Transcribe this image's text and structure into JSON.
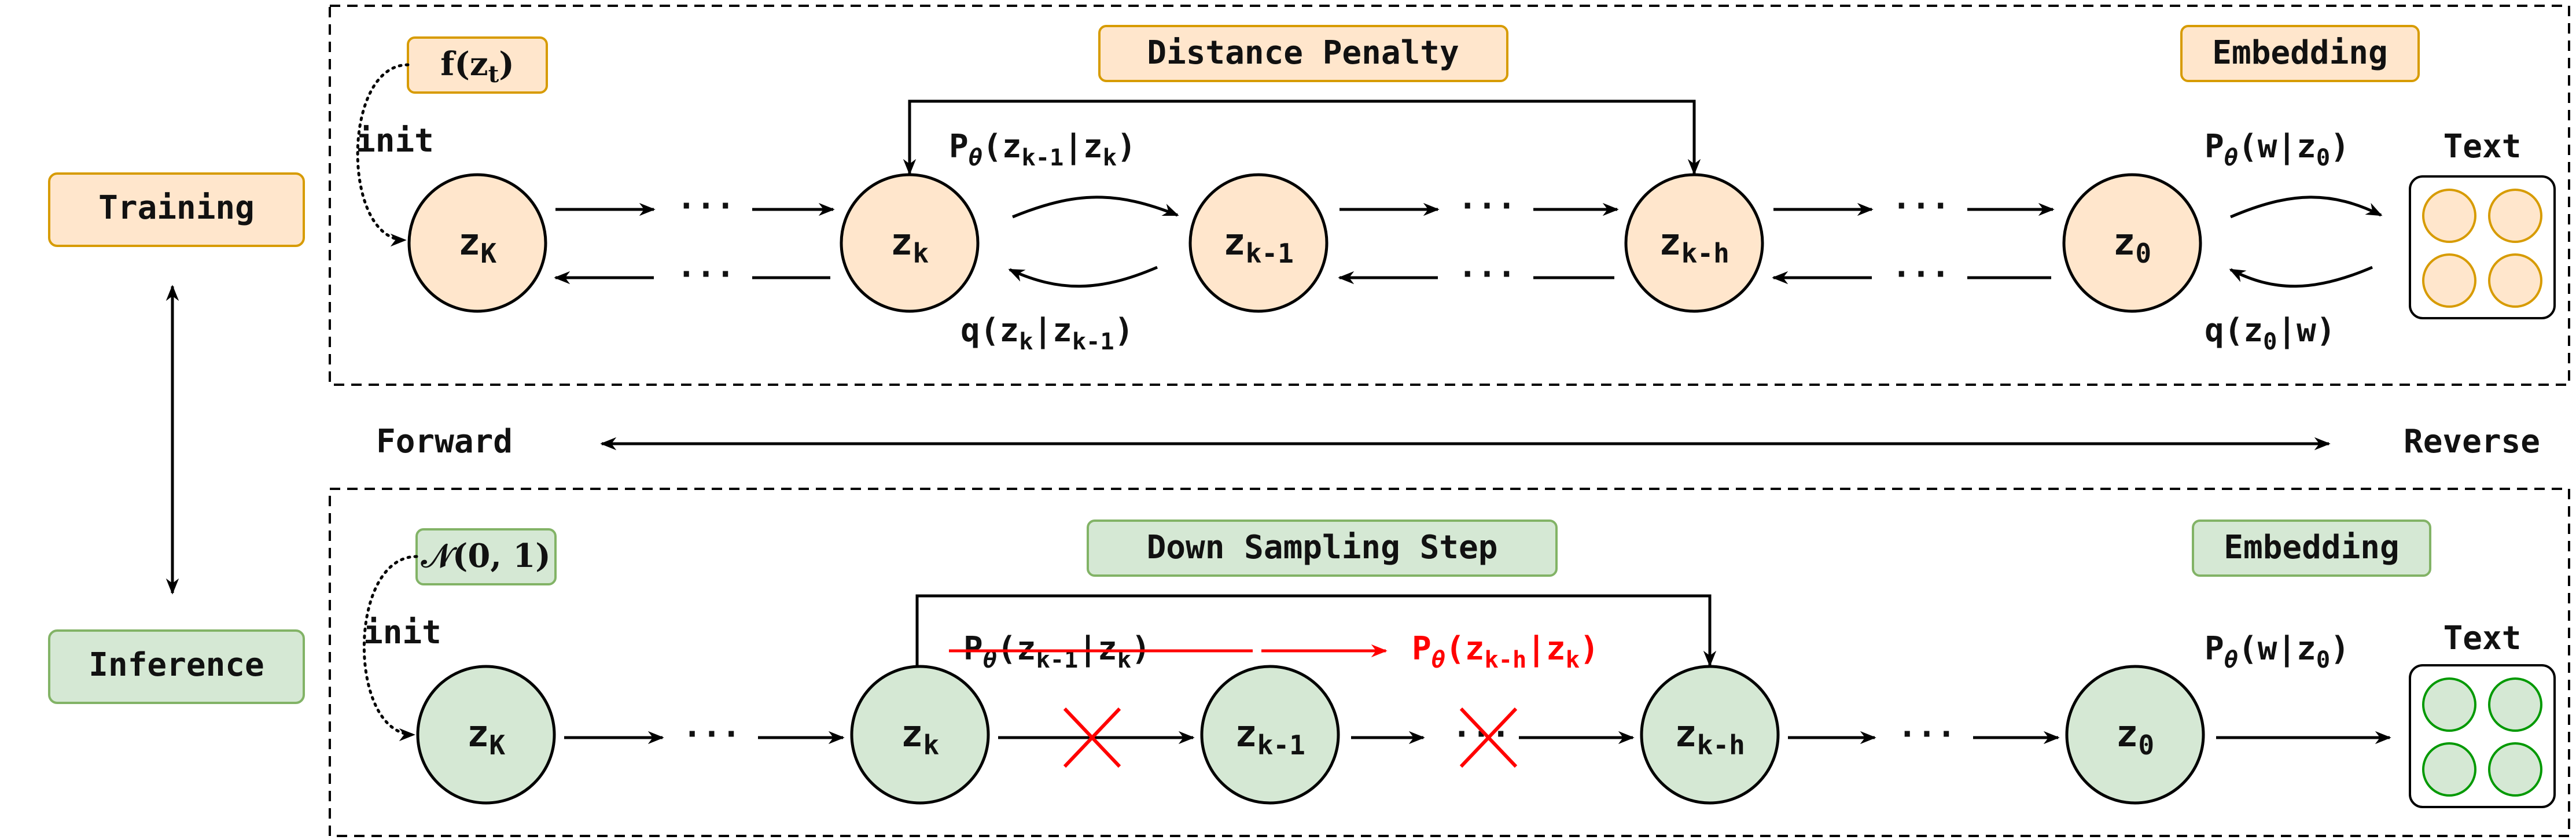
{
  "diagram_colors": {
    "train_fill": "#ffe6cc",
    "train_stroke": "#d79b00",
    "infer_fill": "#d5e8d4",
    "infer_stroke": "#82b366",
    "red": "#ff0000",
    "circle_orange": "#d79b00",
    "circle_green": "#009900"
  },
  "side": {
    "training": "Training",
    "inference": "Inference"
  },
  "axis": {
    "forward": "Forward",
    "reverse": "Reverse"
  },
  "training": {
    "init_box": "f(z",
    "init_box_sub": "t",
    "init_box_close": ")",
    "init_label": "init",
    "distance_penalty": "Distance Penalty",
    "embedding": "Embedding",
    "text_label": "Text",
    "nodes": [
      {
        "main": "z",
        "sub": "K"
      },
      {
        "main": "z",
        "sub": "k"
      },
      {
        "main": "z",
        "sub": "k-1"
      },
      {
        "main": "z",
        "sub": "k-h"
      },
      {
        "main": "z",
        "sub": "0"
      }
    ],
    "p_theta": {
      "p": "P",
      "theta": "θ",
      "open": "(z",
      "s1": "k-1",
      "bar": "|z",
      "s2": "k",
      "close": ")"
    },
    "q": {
      "open": "q(z",
      "s1": "k",
      "bar": "|z",
      "s2": "k-1",
      "close": ")"
    },
    "p_w": {
      "p": "P",
      "theta": "θ",
      "open": "(w|z",
      "s1": "0",
      "close": ")"
    },
    "q_w": {
      "open": "q(z",
      "s1": "0",
      "close": "|w)"
    },
    "dots": "···"
  },
  "inference": {
    "init_box": "𝒩(0, 1)",
    "init_label": "init",
    "down_sampling": "Down Sampling Step",
    "embedding": "Embedding",
    "text_label": "Text",
    "nodes": [
      {
        "main": "z",
        "sub": "K"
      },
      {
        "main": "z",
        "sub": "k"
      },
      {
        "main": "z",
        "sub": "k-1"
      },
      {
        "main": "z",
        "sub": "k-h"
      },
      {
        "main": "z",
        "sub": "0"
      }
    ],
    "p_struck": {
      "p": "P",
      "theta": "θ",
      "open": "(z",
      "s1": "k-1",
      "bar": "|z",
      "s2": "k",
      "close": ")"
    },
    "p_red": {
      "p": "P",
      "theta": "θ",
      "open": "(z",
      "s1": "k-h",
      "bar": "|z",
      "s2": "k",
      "close": ")"
    },
    "p_w": {
      "p": "P",
      "theta": "θ",
      "open": "(w|z",
      "s1": "0",
      "close": ")"
    },
    "dots": "···"
  }
}
